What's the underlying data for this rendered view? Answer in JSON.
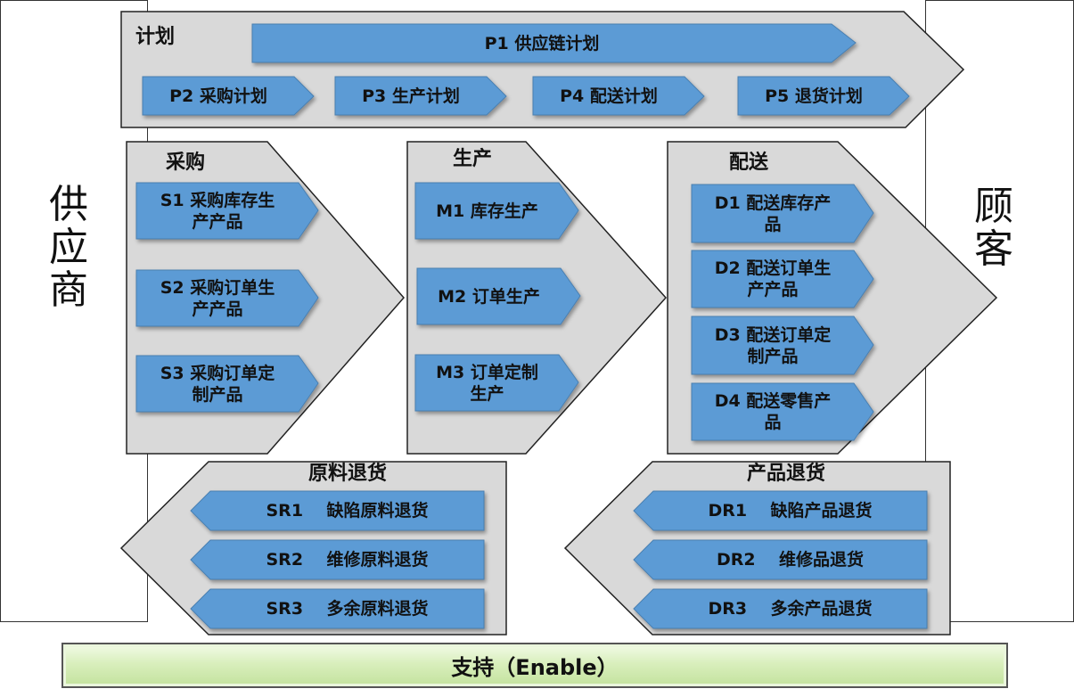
{
  "supplier_label": "供\n应\n商",
  "customer_label": "顾\n客",
  "plan": {
    "title": "计划",
    "main": "P1  供应链计划",
    "items": [
      "P2  采购计划",
      "P3  生产计划",
      "P4  配送计划",
      "P5  退货计划"
    ]
  },
  "source": {
    "title": "采购",
    "items": [
      "S1  采购库存生\n产产品",
      "S2  采购订单生\n产产品",
      "S3  采购订单定\n制产品"
    ]
  },
  "make": {
    "title": "生产",
    "items": [
      "M1  库存生产",
      "M2  订单生产",
      "M3  订单定制\n生产"
    ]
  },
  "deliver": {
    "title": "配送",
    "items": [
      "D1  配送库存产\n品",
      "D2  配送订单生\n产产品",
      "D3  配送订单定\n制产品",
      "D4  配送零售产\n品"
    ]
  },
  "source_return": {
    "title": "原料退货",
    "items": [
      "SR1    缺陷原料退货",
      "SR2    维修原料退货",
      "SR3    多余原料退货"
    ]
  },
  "deliver_return": {
    "title": "产品退货",
    "items": [
      "DR1    缺陷产品退货",
      "DR2    维修品退货",
      "DR3    多余产品退货"
    ]
  },
  "enable": "支持（Enable）",
  "colors": {
    "process_fill": "#d9d9d9",
    "box_fill": "#5b9bd5",
    "box_stroke": "#4a7fb0",
    "enable_fill": "#c3e29d"
  }
}
